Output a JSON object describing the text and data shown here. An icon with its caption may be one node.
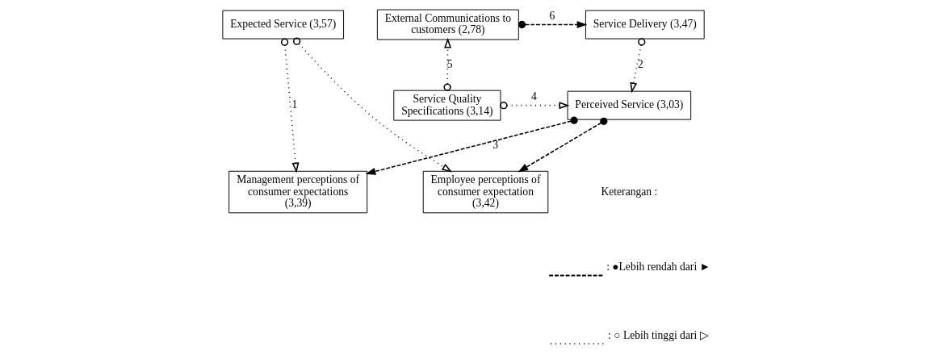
{
  "diagram": {
    "nodes": [
      {
        "text": [
          "Service Delivery (3,47)"
        ]
      },
      {
        "text": [
          "Expected Service (3,57)"
        ]
      },
      {
        "text": [
          "External Communications to customers (2,78)"
        ]
      },
      {
        "text": [
          "Management perceptions of consumer expectations (3,39)"
        ]
      },
      {
        "text": [
          "Employee perceptions of consumer expectation (3,42)"
        ]
      },
      {
        "text": [
          "Perceived Service (3,03)"
        ]
      },
      {
        "text": [
          "Service Quality Specifications (3,14)"
        ]
      }
    ],
    "edges": [
      {
        "from": 2,
        "to": 0,
        "arrow": "to",
        "label": "6",
        "style": "dashed"
      },
      {
        "from": 1,
        "to": 3,
        "arrow": "to",
        "label": "1"
      },
      {
        "from": 1,
        "to": 4,
        "arrow": "to"
      },
      {
        "from": 0,
        "to": 5,
        "arrow": "to",
        "label": "2"
      },
      {
        "from": 5,
        "to": 3,
        "arrow": "to",
        "label": "3",
        "style": "dashed"
      },
      {
        "from": 5,
        "to": 4,
        "arrow": "to",
        "style": "dashed"
      },
      {
        "from": 6,
        "to": 5,
        "arrow": "to",
        "label": "4"
      },
      {
        "from": 6,
        "to": 2,
        "arrow": "to",
        "label": "5"
      }
    ],
    "labels": [
      "Keterangan :"
    ],
    "legend": [
      {
        "text": ": ●Lebih rendah dari ►"
      },
      {
        "text": ": ○ Lebih tinggi dari ▷"
      }
    ]
  }
}
